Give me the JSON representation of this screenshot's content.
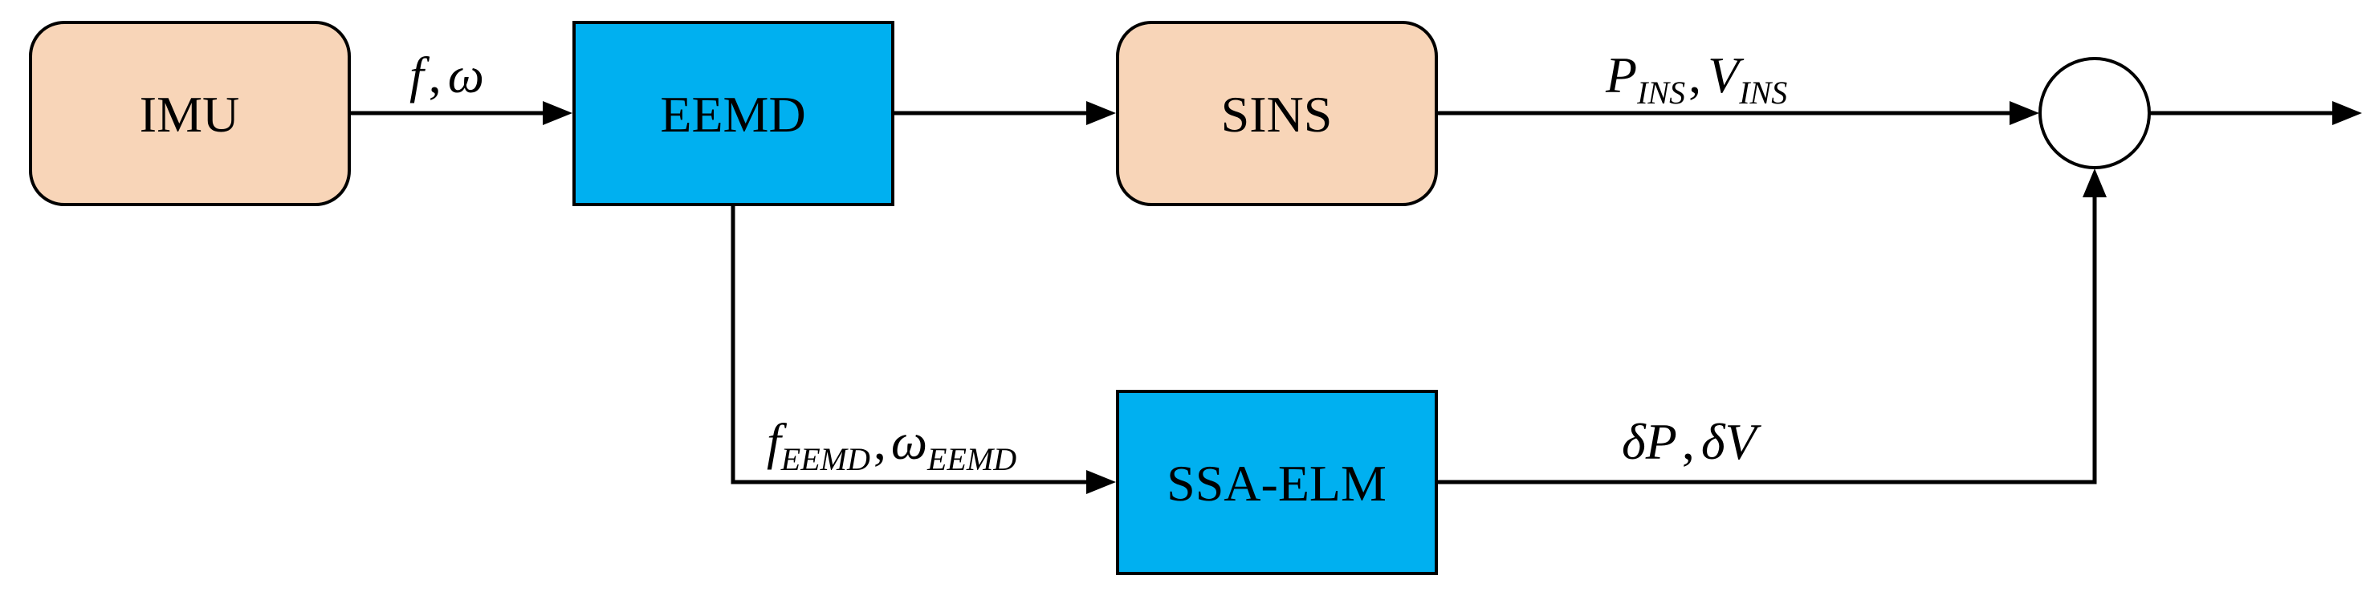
{
  "blocks": {
    "imu": {
      "label": "IMU",
      "color": "#F8D5B8"
    },
    "eemd": {
      "label": "EEMD",
      "color": "#00B0F0"
    },
    "sins": {
      "label": "SINS",
      "color": "#F8D5B8"
    },
    "ssaelm": {
      "label": "SSA-ELM",
      "color": "#00B0F0"
    }
  },
  "signals": {
    "imu_to_eemd": {
      "f": "f",
      "sep": ",",
      "omega": "ω"
    },
    "sins_out": {
      "p": "P",
      "p_sub": "INS",
      "sep": ",",
      "v": "V",
      "v_sub": "INS"
    },
    "eemd_to_ssaelm": {
      "f": "f",
      "f_sub": "EEMD",
      "sep": ",",
      "omega": "ω",
      "omega_sub": "EEMD"
    },
    "ssaelm_out": {
      "dp": "δP",
      "sep": ",",
      "dv": "δV"
    }
  },
  "colors": {
    "line": "#000000",
    "block_border": "#000000"
  }
}
